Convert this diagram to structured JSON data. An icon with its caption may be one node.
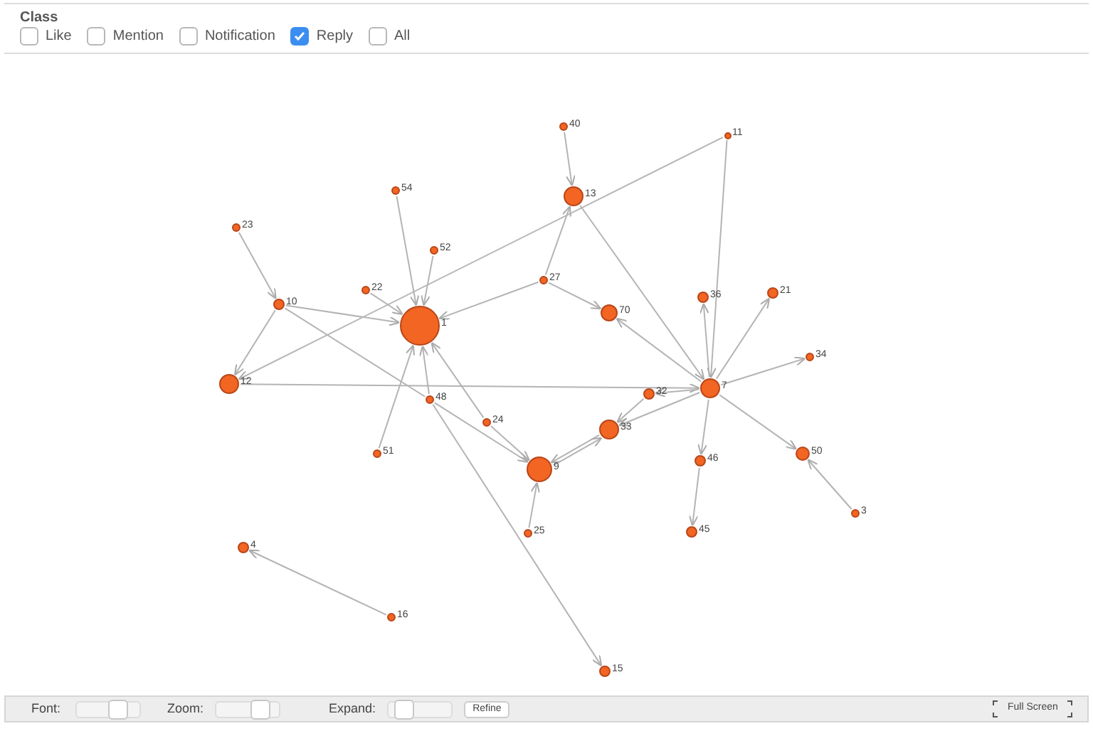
{
  "diagram": {
    "nodes": [
      {
        "text": [
          "1"
        ]
      },
      {
        "text": [
          "7"
        ]
      },
      {
        "text": [
          "9"
        ]
      },
      {
        "text": [
          "10"
        ]
      },
      {
        "text": [
          "11"
        ]
      },
      {
        "text": [
          "12"
        ]
      },
      {
        "text": [
          "13"
        ]
      },
      {
        "text": [
          "15"
        ]
      },
      {
        "text": [
          "16"
        ]
      },
      {
        "text": [
          "21"
        ]
      },
      {
        "text": [
          "22"
        ]
      },
      {
        "text": [
          "23"
        ]
      },
      {
        "text": [
          "24"
        ]
      },
      {
        "text": [
          "25"
        ]
      },
      {
        "text": [
          "27"
        ]
      },
      {
        "text": [
          "32"
        ]
      },
      {
        "text": [
          "33"
        ]
      },
      {
        "text": [
          "34"
        ]
      },
      {
        "text": [
          "36"
        ]
      },
      {
        "text": [
          "40"
        ]
      },
      {
        "text": [
          "45"
        ]
      },
      {
        "text": [
          "46"
        ]
      },
      {
        "text": [
          "48"
        ]
      },
      {
        "text": [
          "50"
        ]
      },
      {
        "text": [
          "51"
        ]
      },
      {
        "text": [
          "52"
        ]
      },
      {
        "text": [
          "54"
        ]
      },
      {
        "text": [
          "70"
        ]
      },
      {
        "text": [
          "3"
        ]
      },
      {
        "text": [
          "4"
        ]
      }
    ],
    "edges": [
      {
        "from": 19,
        "to": 6,
        "arrow": "to"
      },
      {
        "from": 14,
        "to": 6,
        "arrow": "to"
      },
      {
        "from": 6,
        "to": 1,
        "arrow": "to"
      },
      {
        "from": 4,
        "to": 5,
        "arrow": "to"
      },
      {
        "from": 4,
        "to": 1,
        "arrow": "to"
      },
      {
        "from": 1,
        "to": 18,
        "arrow": "to"
      },
      {
        "from": 1,
        "to": 9,
        "arrow": "to"
      },
      {
        "from": 1,
        "to": 17,
        "arrow": "to"
      },
      {
        "from": 1,
        "to": 27,
        "arrow": "to"
      },
      {
        "from": 14,
        "to": 27,
        "arrow": "to"
      },
      {
        "from": 14,
        "to": 0,
        "arrow": "to"
      },
      {
        "from": 26,
        "to": 0,
        "arrow": "to"
      },
      {
        "from": 25,
        "to": 0,
        "arrow": "to"
      },
      {
        "from": 10,
        "to": 0,
        "arrow": "to"
      },
      {
        "from": 3,
        "to": 0,
        "arrow": "to"
      },
      {
        "from": 24,
        "to": 0,
        "arrow": "to"
      },
      {
        "from": 22,
        "to": 0,
        "arrow": "to"
      },
      {
        "from": 12,
        "to": 0,
        "arrow": "to"
      },
      {
        "from": 12,
        "to": 2,
        "arrow": "to"
      },
      {
        "from": 11,
        "to": 3,
        "arrow": "to"
      },
      {
        "from": 3,
        "to": 5,
        "arrow": "to"
      },
      {
        "from": 3,
        "to": 22,
        "arrow": "none"
      },
      {
        "from": 22,
        "to": 2,
        "arrow": "to"
      },
      {
        "from": 22,
        "to": 7,
        "arrow": "to"
      },
      {
        "from": 5,
        "to": 1,
        "arrow": "to"
      },
      {
        "from": 1,
        "to": 15,
        "arrow": "to"
      },
      {
        "from": 15,
        "to": 16,
        "arrow": "to"
      },
      {
        "from": 1,
        "to": 16,
        "arrow": "to"
      },
      {
        "from": 16,
        "to": 2,
        "arrow": "to"
      },
      {
        "from": 2,
        "to": 16,
        "arrow": "to"
      },
      {
        "from": 13,
        "to": 2,
        "arrow": "to"
      },
      {
        "from": 1,
        "to": 21,
        "arrow": "to"
      },
      {
        "from": 21,
        "to": 20,
        "arrow": "to"
      },
      {
        "from": 1,
        "to": 23,
        "arrow": "to"
      },
      {
        "from": 28,
        "to": 23,
        "arrow": "to"
      },
      {
        "from": 8,
        "to": 29,
        "arrow": "to"
      }
    ],
    "labels": [
      "Class",
      "Like",
      "Mention",
      "Notification",
      "Reply",
      "All",
      "Font:",
      "Zoom:",
      "Expand:",
      "Refine",
      "Full Screen"
    ]
  }
}
